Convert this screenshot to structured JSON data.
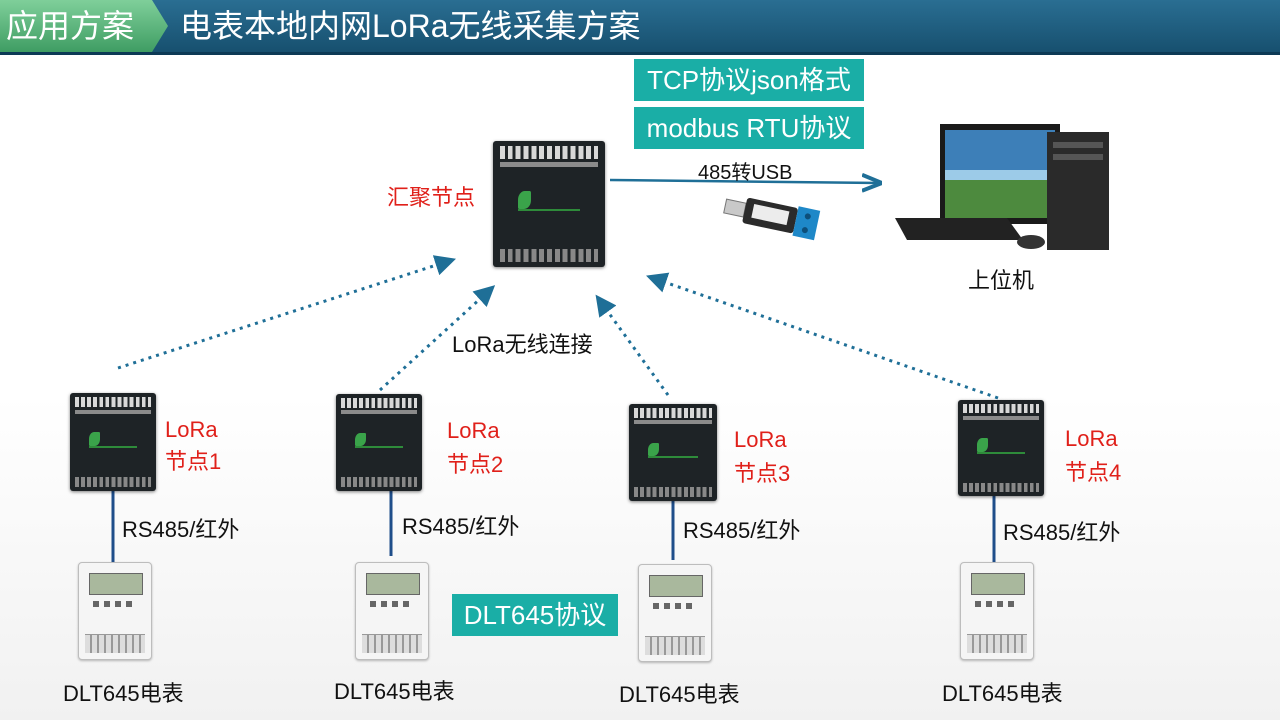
{
  "header": {
    "section": "应用方案",
    "title": "电表本地内网LoRa无线采集方案"
  },
  "tags": {
    "tcp": "TCP协议json格式",
    "modbus": "modbus RTU协议",
    "dlt": "DLT645协议"
  },
  "labels": {
    "gateway": "汇聚节点",
    "usb": "485转USB",
    "host": "上位机",
    "lora_link": "LoRa无线连接"
  },
  "nodes": [
    {
      "title": "LoRa",
      "name": "节点1",
      "link": "RS485/红外",
      "meter": "DLT645电表"
    },
    {
      "title": "LoRa",
      "name": "节点2",
      "link": "RS485/红外",
      "meter": "DLT645电表"
    },
    {
      "title": "LoRa",
      "name": "节点3",
      "link": "RS485/红外",
      "meter": "DLT645电表"
    },
    {
      "title": "LoRa",
      "name": "节点4",
      "link": "RS485/红外",
      "meter": "DLT645电表"
    }
  ],
  "colors": {
    "header": "#1d5d80",
    "tab": "#4aa86c",
    "tag": "#1aaea6",
    "line": "#1f6f97",
    "red": "#e0201a"
  }
}
